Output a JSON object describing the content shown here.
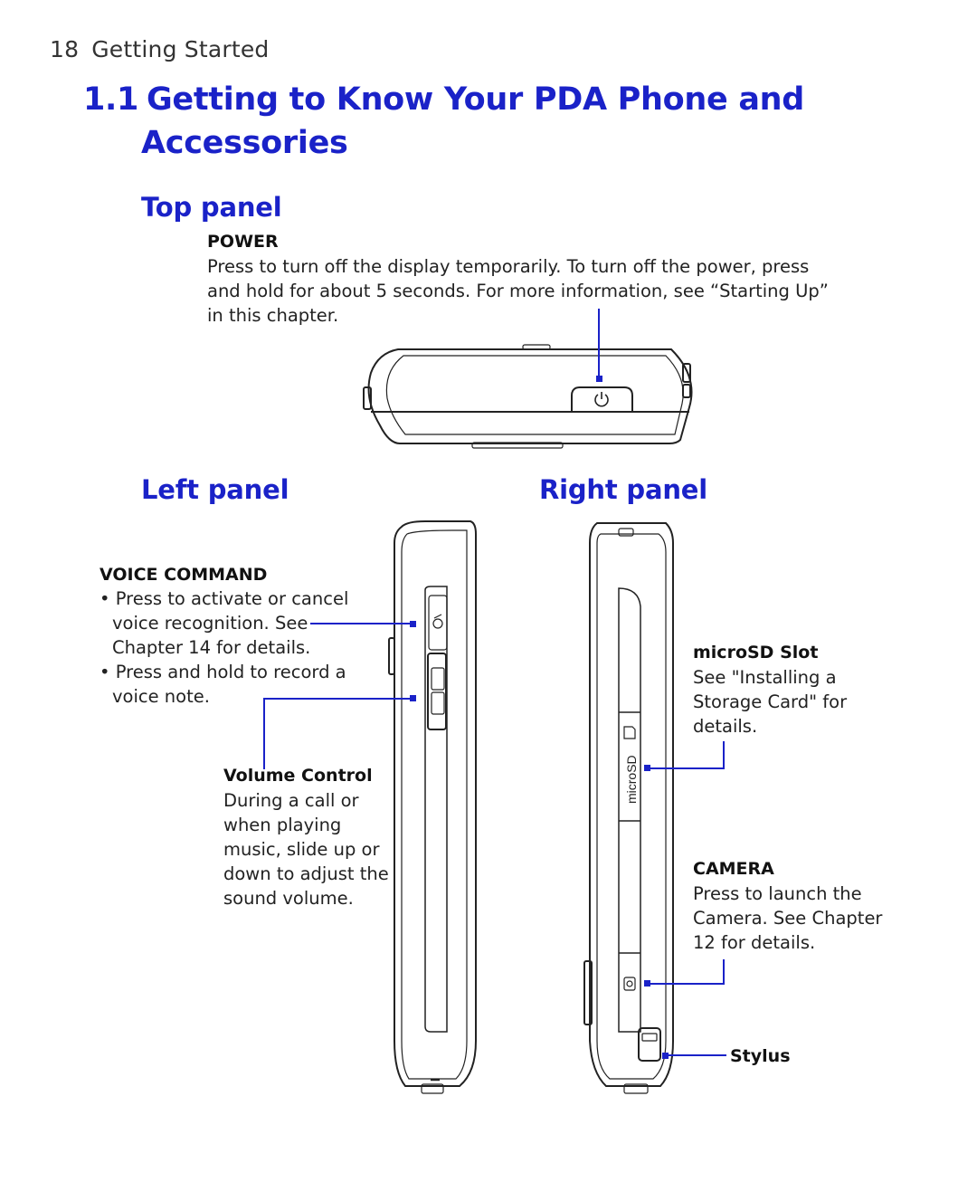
{
  "running_head": {
    "page": "18",
    "section": "Getting Started"
  },
  "heading": {
    "number": "1.1",
    "line1": "Getting to Know Your PDA Phone and",
    "line2": "Accessories"
  },
  "top_panel": {
    "title": "Top panel",
    "power": {
      "label": "POWER",
      "lines": [
        "Press to turn off the display temporarily. To turn off the power, press",
        "and hold for about 5 seconds. For more information, see “Starting Up”",
        "in this chapter."
      ]
    }
  },
  "left_panel": {
    "title": "Left panel",
    "voice_command": {
      "label": "VOICE COMMAND",
      "lines": [
        "Press to activate or cancel",
        "voice recognition. See",
        "Chapter 14 for details.",
        "Press and hold to record a",
        "voice note."
      ]
    },
    "volume_control": {
      "label": "Volume Control",
      "lines": [
        "During a call or",
        "when playing",
        "music, slide up or",
        "down to adjust the",
        "sound volume."
      ]
    }
  },
  "right_panel": {
    "title": "Right panel",
    "microsd": {
      "label": "microSD Slot",
      "lines": [
        "See \"Installing a",
        "Storage Card\" for",
        "details."
      ],
      "device_text": "microSD"
    },
    "camera": {
      "label": "CAMERA",
      "lines": [
        "Press to launch the",
        "Camera. See Chapter",
        "12 for details."
      ]
    },
    "stylus": {
      "label": "Stylus"
    }
  },
  "colors": {
    "heading": "#1a22c8",
    "callout": "#1a22c8"
  },
  "icons": [
    "power-icon",
    "voice-command-icon",
    "volume-control-icon",
    "microsd-card-icon",
    "camera-icon",
    "stylus-icon"
  ]
}
